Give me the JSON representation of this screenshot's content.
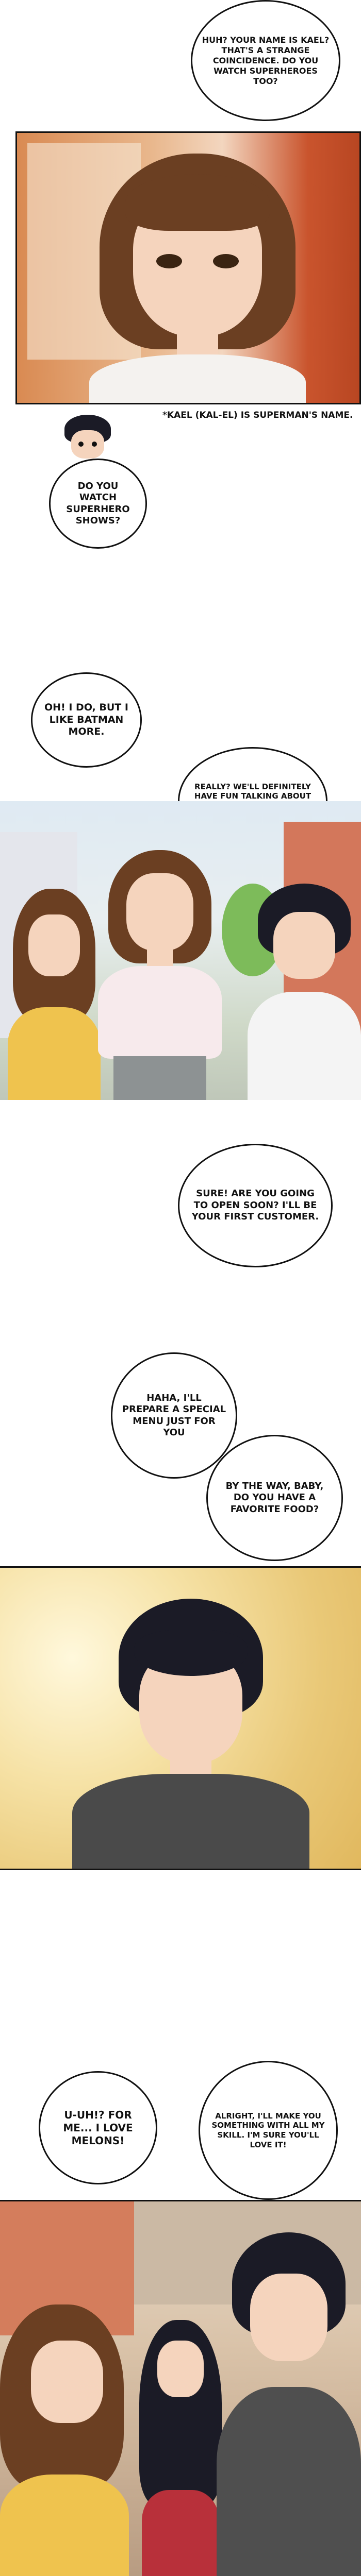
{
  "bubbles": {
    "b1": "HUH? YOUR NAME IS KAEL? THAT'S A STRANGE COINCIDENCE. DO YOU WATCH SUPERHEROES TOO?",
    "b2": "DO YOU WATCH SUPERHERO SHOWS?",
    "b3": "OH! I DO, BUT I LIKE BATMAN MORE.",
    "b4": "REALLY? WE'LL DEFINITELY HAVE FUN TALKING ABOUT IT. COME VISIT THE SHOP SOMETIME!",
    "b5": "SURE! ARE YOU GOING TO OPEN SOON? I'LL BE YOUR FIRST CUSTOMER.",
    "b6": "HAHA, I'LL PREPARE A SPECIAL MENU JUST FOR YOU",
    "b7": "BY THE WAY, BABY, DO YOU HAVE A FAVORITE FOOD?",
    "b8": "U-UH!? FOR ME... I LOVE MELONS!",
    "b9": "ALRIGHT, I'LL MAKE YOU SOMETHING WITH ALL MY SKILL. I'M SURE YOU'LL LOVE IT!"
  },
  "note": "*KAEL (KAL-EL) IS SUPERMAN'S NAME.",
  "colors": {
    "ink": "#111111",
    "brown_hair": "#6b3f22",
    "black_hair": "#1b1b26",
    "skin": "#f5d4bd"
  }
}
